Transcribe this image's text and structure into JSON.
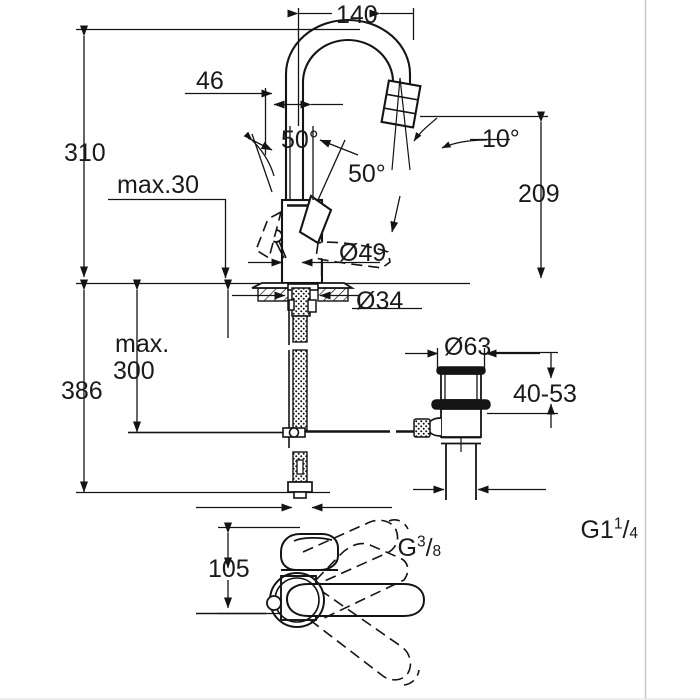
{
  "drawing": {
    "title": "Single-lever basin mixer technical dimension drawing",
    "units": "mm",
    "line_color": "#141414",
    "background_color": "#ffffff",
    "frame_color": "#c9c9cf"
  },
  "labels": {
    "spout_reach": "140",
    "height_total": "310",
    "lever_clearance": "46",
    "angle_left": "50°",
    "angle_right": "50°",
    "angle_outlet": "10°",
    "spout_height": "209",
    "max_deck": "max.30",
    "body_diameter": "Ø49",
    "shank_hole": "Ø34",
    "max_line1": "max.",
    "max_line2": "300",
    "overall_depth": "386",
    "waste_flange_dia": "Ø63",
    "deck_thickness": "40-53",
    "waste_thread": "G1",
    "waste_thread_num": "1",
    "waste_thread_den": "4",
    "supply_thread": "G",
    "supply_thread_num": "3",
    "supply_thread_den": "8",
    "plan_height": "105"
  }
}
